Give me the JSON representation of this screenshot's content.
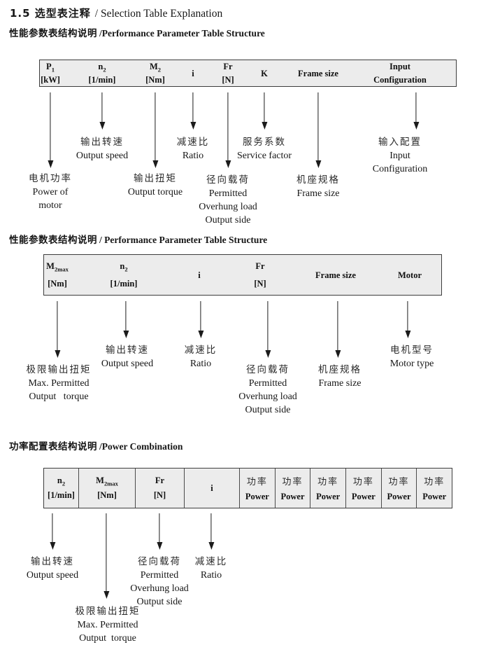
{
  "title": {
    "zh": "1.5 选型表注释",
    "en": "/ Selection Table Explanation"
  },
  "colors": {
    "table_bg": "#ececec",
    "table_border": "#3d3d3d",
    "text": "#161616"
  },
  "s1": {
    "heading_zh": "性能参数表结构说明",
    "heading_en": "/Performance Parameter Table Structure",
    "cols": [
      {
        "t1": "P",
        "sub": "1",
        "t2": "[kW]"
      },
      {
        "t1": "n",
        "sub": "2",
        "t2": "[1/min]"
      },
      {
        "t1": "M",
        "sub": "2",
        "t2": "[Nm]"
      },
      {
        "t1": "i"
      },
      {
        "t1": "Fr",
        "t2": "[N]"
      },
      {
        "t1": "K"
      },
      {
        "t1": "Frame size"
      },
      {
        "t1": "Input",
        "t2": "Configuration"
      }
    ],
    "callouts": [
      {
        "lines": [
          "电机功率",
          "Power of",
          "motor"
        ]
      },
      {
        "lines": [
          "输出转速",
          "Output speed"
        ]
      },
      {
        "lines": [
          "输出扭矩",
          "Output torque"
        ]
      },
      {
        "lines": [
          "减速比",
          "Ratio"
        ]
      },
      {
        "lines": [
          "径向载荷",
          "Permitted",
          "Overhung load",
          "Output side"
        ]
      },
      {
        "lines": [
          "服务系数",
          "Service factor"
        ]
      },
      {
        "lines": [
          "机座规格",
          "Frame size"
        ]
      },
      {
        "lines": [
          "输入配置",
          "Input",
          "Configuration"
        ]
      }
    ]
  },
  "s2": {
    "heading_zh": "性能参数表结构说明",
    "heading_en": "/ Performance Parameter Table Structure",
    "cols": [
      {
        "t1": "M",
        "sub": "2max",
        "t2": "[Nm]"
      },
      {
        "t1": "n",
        "sub": "2",
        "t2": "[1/min]"
      },
      {
        "t1": "i"
      },
      {
        "t1": "Fr",
        "t2": "[N]"
      },
      {
        "t1": "Frame size"
      },
      {
        "t1": "Motor"
      }
    ],
    "callouts": [
      {
        "lines": [
          "极限输出扭矩",
          "Max. Permitted",
          "Output   torque"
        ]
      },
      {
        "lines": [
          "输出转速",
          "Output speed"
        ]
      },
      {
        "lines": [
          "减速比",
          "Ratio"
        ]
      },
      {
        "lines": [
          "径向载荷",
          "Permitted",
          "Overhung load",
          "Output side"
        ]
      },
      {
        "lines": [
          "机座规格",
          "Frame size"
        ]
      },
      {
        "lines": [
          "电机型号",
          "Motor type"
        ]
      }
    ]
  },
  "s3": {
    "heading_zh": "功率配置表结构说明",
    "heading_en": "/Power Combination",
    "cols": [
      {
        "t1": "n",
        "sub": "2",
        "t2": "[1/min]"
      },
      {
        "t1": "M",
        "sub": "2max",
        "t2": "[Nm]"
      },
      {
        "t1": "Fr",
        "t2": "[N]"
      },
      {
        "t1": "i"
      }
    ],
    "power_cols": [
      {
        "zh": "功率",
        "en": "Power"
      },
      {
        "zh": "功率",
        "en": "Power"
      },
      {
        "zh": "功率",
        "en": "Power"
      },
      {
        "zh": "功率",
        "en": "Power"
      },
      {
        "zh": "功率",
        "en": "Power"
      },
      {
        "zh": "功率",
        "en": "Power"
      }
    ],
    "callouts": [
      {
        "lines": [
          "输出转速",
          "Output speed"
        ]
      },
      {
        "lines": [
          "极限输出扭矩",
          "Max. Permitted",
          "Output  torque"
        ]
      },
      {
        "lines": [
          "径向载荷",
          "Permitted",
          "Overhung load",
          "Output side"
        ]
      },
      {
        "lines": [
          "减速比",
          "Ratio"
        ]
      }
    ]
  }
}
